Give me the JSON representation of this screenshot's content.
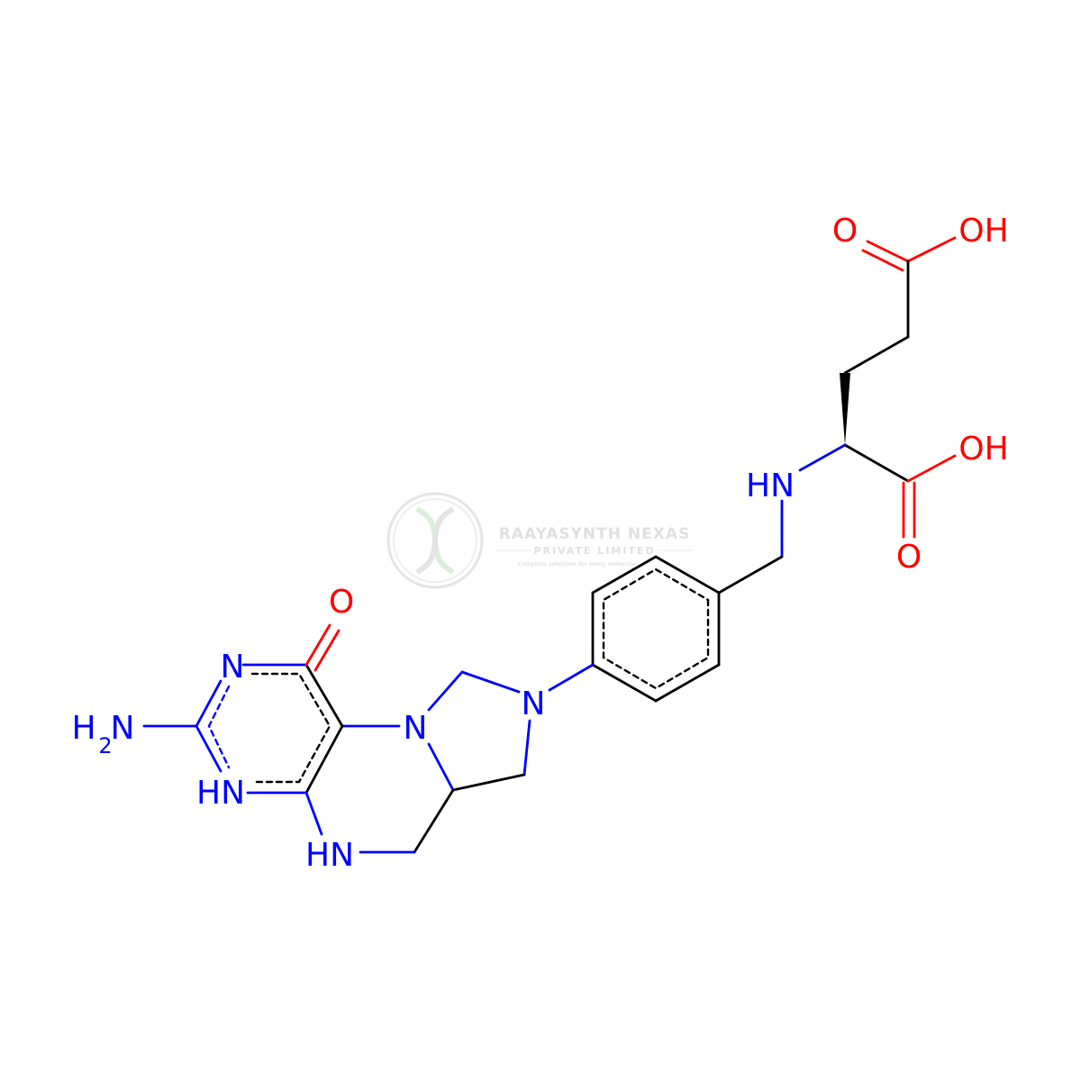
{
  "colors": {
    "bond": "#000000",
    "nitrogen": "#0000ff",
    "oxygen": "#ff0000",
    "watermark": "#dcdcdc",
    "watermark_accent": "#d6ecd6"
  },
  "atoms": {
    "o_acid1": "O",
    "oh_acid1": "OH",
    "oh_acid2": "OH",
    "o_acid2": "O",
    "hn_amine": "HN",
    "n_imid_right": "N",
    "n_imid_left": "N",
    "o_keto": "O",
    "n_pyrim": "N",
    "h_amino": "H",
    "sub_amino": "2",
    "n_amino": "N",
    "hn_pyrim": "HN",
    "hn_ring": "HN"
  },
  "watermark": {
    "title": "RAAYASYNTH NEXAS",
    "subtitle": "PRIVATE LIMITED",
    "tagline": "Complete solutions for every molecule"
  }
}
